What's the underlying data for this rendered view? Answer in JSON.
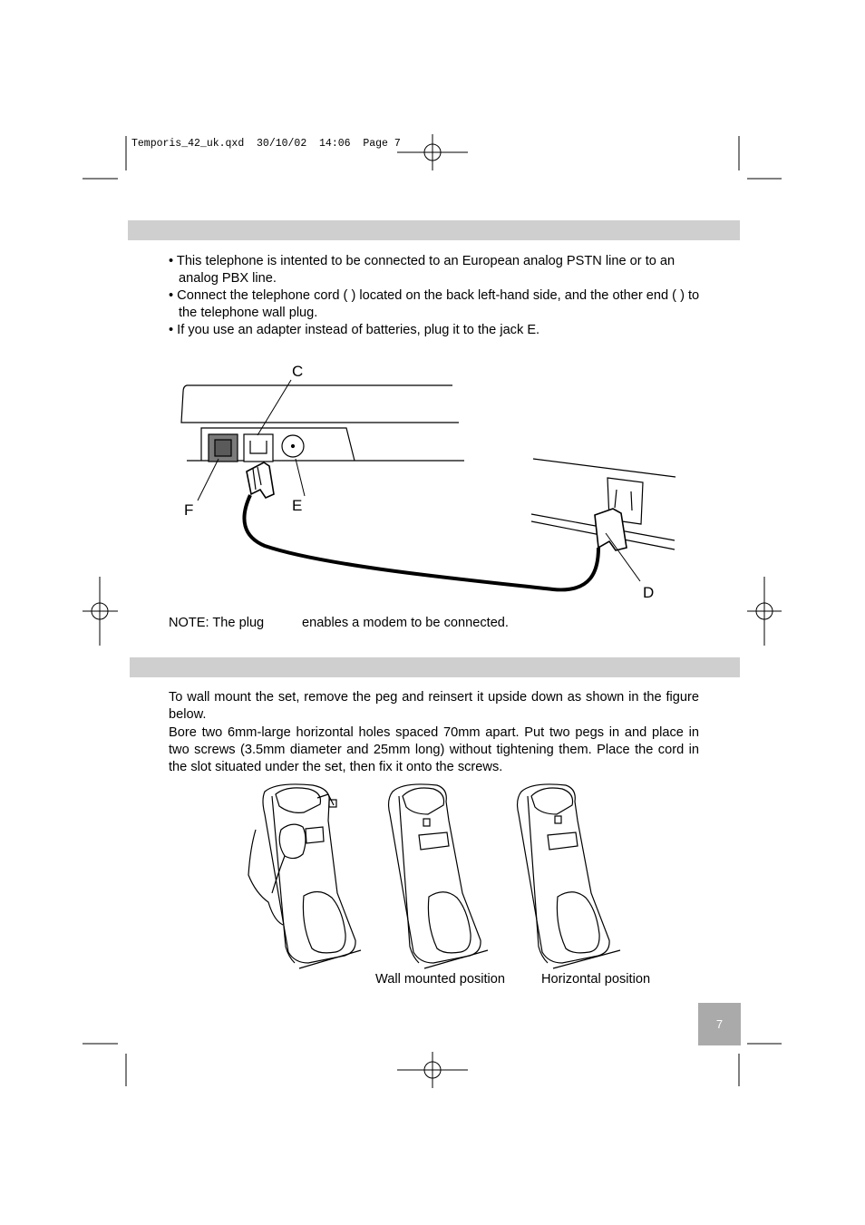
{
  "slug": "Temporis_42_uk.qxd  30/10/02  14:06  Page 7",
  "section1": {
    "bullets": [
      "• This telephone is intented to be connected to an European analog PSTN line or to an analog PBX line.",
      "• Connect the telephone cord (   ) located on the back left-hand side, and the other end (   ) to the telephone wall plug.",
      "• If you use an adapter instead of batteries, plug it to the jack E."
    ],
    "figure_labels": {
      "c": "C",
      "f": "F",
      "e": "E",
      "d": "D"
    },
    "note_prefix": "NOTE: The plug",
    "note_suffix": "enables a modem to be connected."
  },
  "section2": {
    "para1": "To wall mount the set, remove the peg and reinsert it upside down as shown in the figure below.",
    "para2": "Bore two 6mm-large horizontal holes spaced 70mm apart. Put two pegs in and place in two screws (3.5mm diameter and 25mm long) without tightening them. Place the cord in the slot situated under the set, then fix it onto the screws.",
    "caption_wall": "Wall mounted position",
    "caption_horizontal": "Horizontal position"
  },
  "page_number": "7"
}
